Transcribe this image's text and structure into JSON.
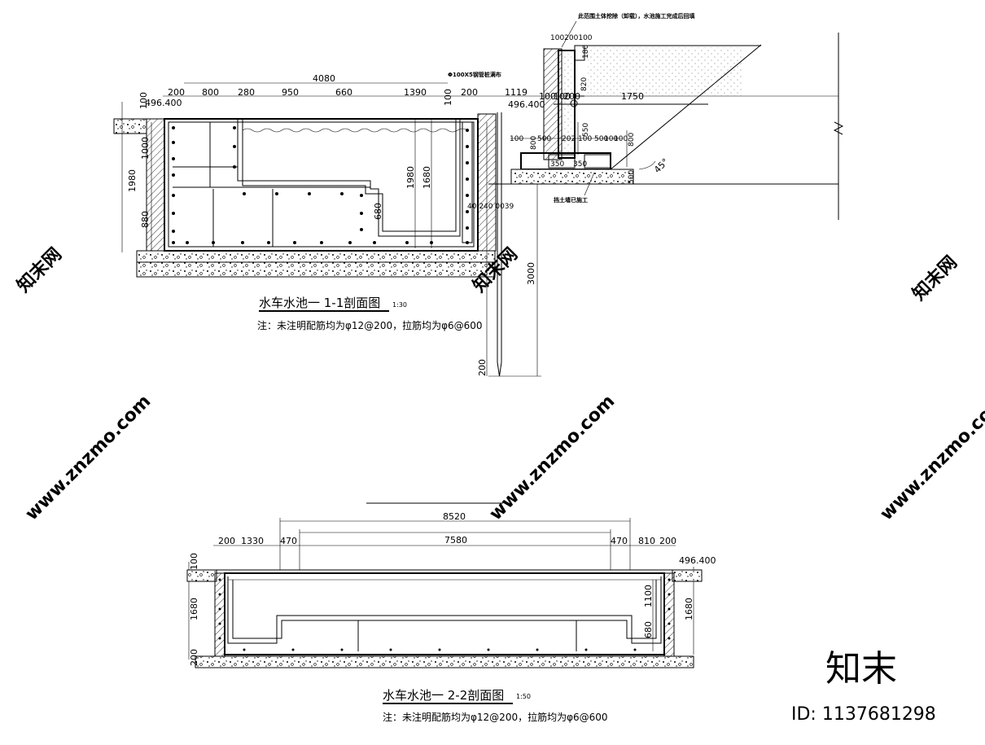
{
  "section1": {
    "title": "水车水池一 1-1剖面图",
    "scale": "1:30",
    "note": "注：未注明配筋均为φ12@200，拉筋均为φ6@600",
    "dims_top_overall": "4080",
    "dims_top": [
      "200",
      "800",
      "280",
      "950",
      "660",
      "1390",
      "100",
      "200",
      "1119",
      "100",
      "100",
      "200",
      "1750"
    ],
    "pipe_label": "Φ100X5钢管桩满布",
    "level_left": "496.400",
    "level_right": "496.400",
    "dims_left": [
      "100",
      "1000",
      "1980",
      "880"
    ],
    "dims_inner": [
      "1980",
      "1680",
      "680"
    ],
    "dim_small": "40 240 0039",
    "dim_3000": "3000",
    "dim_200": "200",
    "dim_top_small": "100200100",
    "dims_wall": [
      "180",
      "820",
      "550",
      "800",
      "800",
      "500"
    ],
    "dims_base": [
      "100",
      "500",
      "202",
      "100",
      "350",
      "350",
      "100",
      "100",
      "500"
    ],
    "note_top": "此范围土体挖除（卸载），水池施工完成后回填",
    "note_wall": "挡土墙已施工",
    "angle": "45°"
  },
  "section2": {
    "title": "水车水池一 2-2剖面图",
    "scale": "1:50",
    "note": "注：未注明配筋均为φ12@200，拉筋均为φ6@600",
    "dim_overall": "8520",
    "dim_inner": "7580",
    "dims_top": [
      "200",
      "1330",
      "470",
      "470",
      "810",
      "200"
    ],
    "level": "496.400",
    "dims_left": [
      "100",
      "1680",
      "200"
    ],
    "dims_right": [
      "1680",
      "1100",
      "680"
    ]
  },
  "watermark": {
    "text": "www.znzmo.com",
    "brand": "知末网",
    "logo": "知末",
    "id": "ID: 1137681298"
  }
}
